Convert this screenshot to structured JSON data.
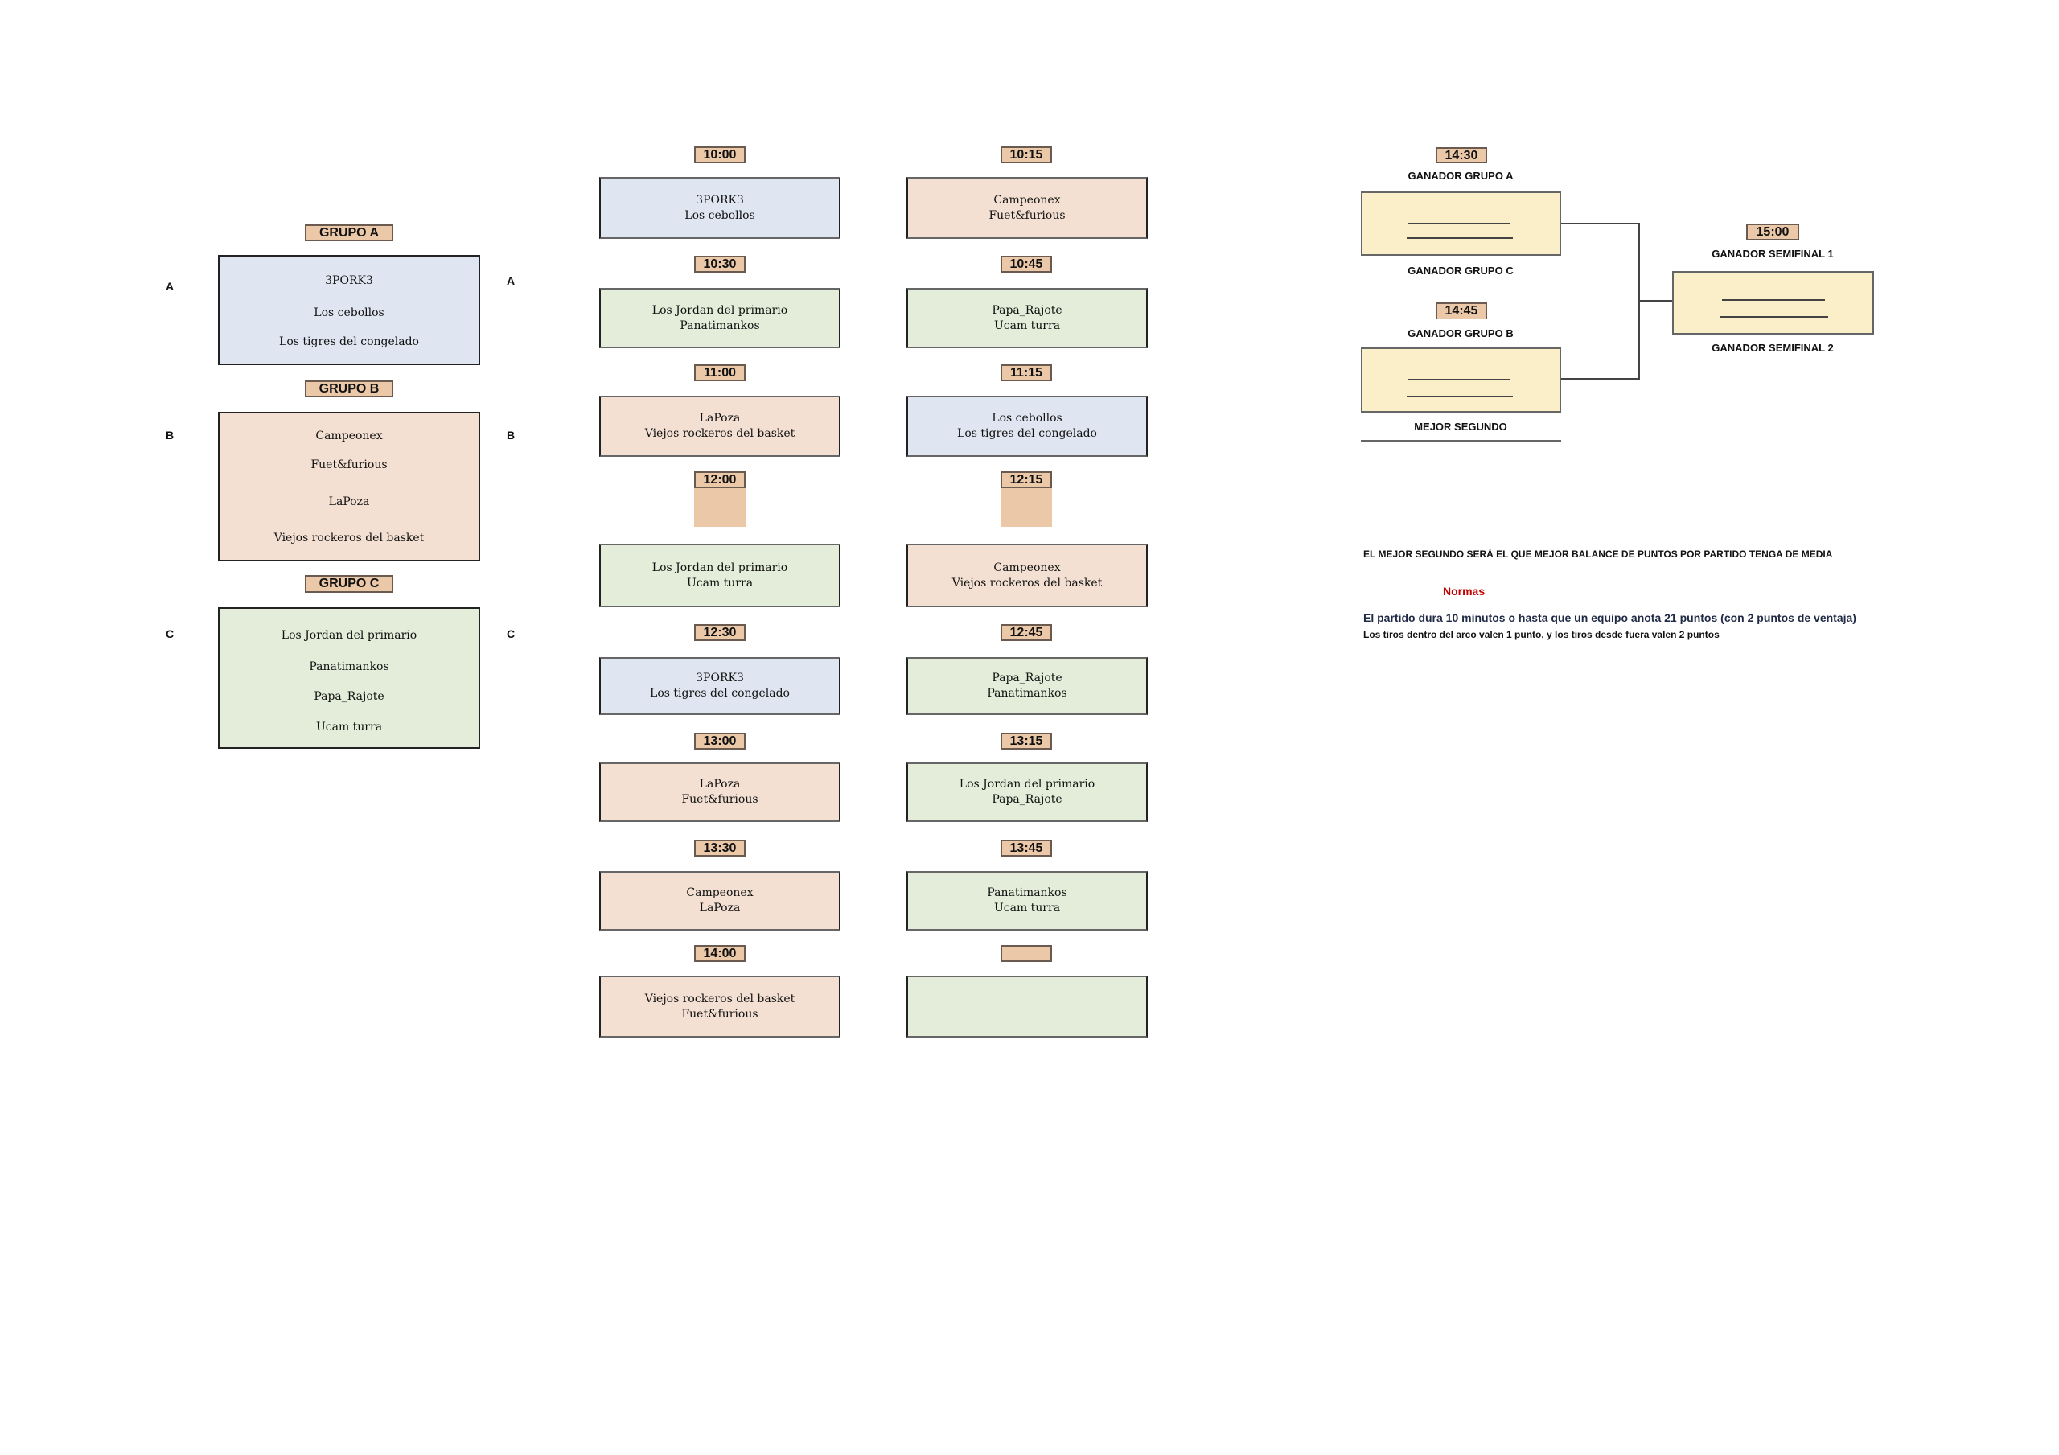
{
  "groups": [
    {
      "label": "GRUPO A",
      "letter": "A",
      "teams": [
        "3PORK3",
        "Los cebollos",
        "Los tigres del congelado"
      ],
      "color": "#dfe6f1"
    },
    {
      "label": "GRUPO B",
      "letter": "B",
      "teams": [
        "Campeonex",
        "Fuet&furious",
        "LaPoza",
        "Viejos rockeros del basket"
      ],
      "color": "#f3e0d3"
    },
    {
      "label": "GRUPO C",
      "letter": "C",
      "teams": [
        "Los Jordan del primario",
        "Panatimankos",
        "Papa_Rajote",
        "Ucam turra"
      ],
      "color": "#e3edd9"
    }
  ],
  "schedule": {
    "left": [
      {
        "time": "10:00",
        "teams": [
          "3PORK3",
          "Los cebollos"
        ],
        "group": "A"
      },
      {
        "time": "10:30",
        "teams": [
          "Los Jordan del primario",
          "Panatimankos"
        ],
        "group": "C"
      },
      {
        "time": "11:00",
        "teams": [
          "LaPoza",
          "Viejos rockeros del basket"
        ],
        "group": "B"
      },
      {
        "time": "12:00",
        "teams": [
          "Los Jordan del primario",
          "Ucam turra"
        ],
        "group": "C"
      },
      {
        "time": "12:30",
        "teams": [
          "3PORK3",
          "Los tigres del congelado"
        ],
        "group": "A"
      },
      {
        "time": "13:00",
        "teams": [
          "LaPoza",
          "Fuet&furious"
        ],
        "group": "B"
      },
      {
        "time": "13:30",
        "teams": [
          "Campeonex",
          "LaPoza"
        ],
        "group": "B"
      },
      {
        "time": "14:00",
        "teams": [
          "Viejos rockeros del basket",
          "Fuet&furious"
        ],
        "group": "B"
      }
    ],
    "right": [
      {
        "time": "10:15",
        "teams": [
          "Campeonex",
          "Fuet&furious"
        ],
        "group": "B"
      },
      {
        "time": "10:45",
        "teams": [
          "Papa_Rajote",
          "Ucam turra"
        ],
        "group": "C"
      },
      {
        "time": "11:15",
        "teams": [
          "Los cebollos",
          "Los tigres del congelado"
        ],
        "group": "A"
      },
      {
        "time": "12:15",
        "teams": [
          "Campeonex",
          "Viejos rockeros del basket"
        ],
        "group": "B"
      },
      {
        "time": "12:45",
        "teams": [
          "Papa_Rajote",
          "Panatimankos"
        ],
        "group": "C"
      },
      {
        "time": "13:15",
        "teams": [
          "Los Jordan del primario",
          "Papa_Rajote"
        ],
        "group": "C"
      },
      {
        "time": "13:45",
        "teams": [
          "Panatimankos",
          "Ucam turra"
        ],
        "group": "C"
      },
      {
        "time": "",
        "teams": [
          "",
          ""
        ],
        "group": "C"
      }
    ]
  },
  "bracket": {
    "semi1": {
      "time": "14:30",
      "top": "GANADOR GRUPO A",
      "bottom": "GANADOR GRUPO C"
    },
    "semi2": {
      "time": "14:45",
      "top": "GANADOR GRUPO B",
      "bottom": "MEJOR SEGUNDO"
    },
    "final": {
      "time": "15:00",
      "top": "GANADOR SEMIFINAL 1",
      "bottom": "GANADOR SEMIFINAL 2"
    }
  },
  "notes": {
    "best_second": "EL MEJOR SEGUNDO SERÁ EL QUE MEJOR BALANCE DE PUNTOS POR PARTIDO TENGA DE MEDIA",
    "rules_title": "Normas",
    "rule1": "El partido dura 10 minutos o hasta que un equipo anota 21 puntos (con 2 puntos de ventaja)",
    "rule2": "Los tiros dentro del arco valen 1 punto, y los tiros desde fuera valen 2 puntos"
  },
  "colors": {
    "group_a": "#dfe6f1",
    "group_b": "#f3e0d3",
    "group_c": "#e3edd9",
    "time_label": "#ebc8a8",
    "bracket_box": "#fbefc9",
    "rules_title": "#c00000"
  }
}
